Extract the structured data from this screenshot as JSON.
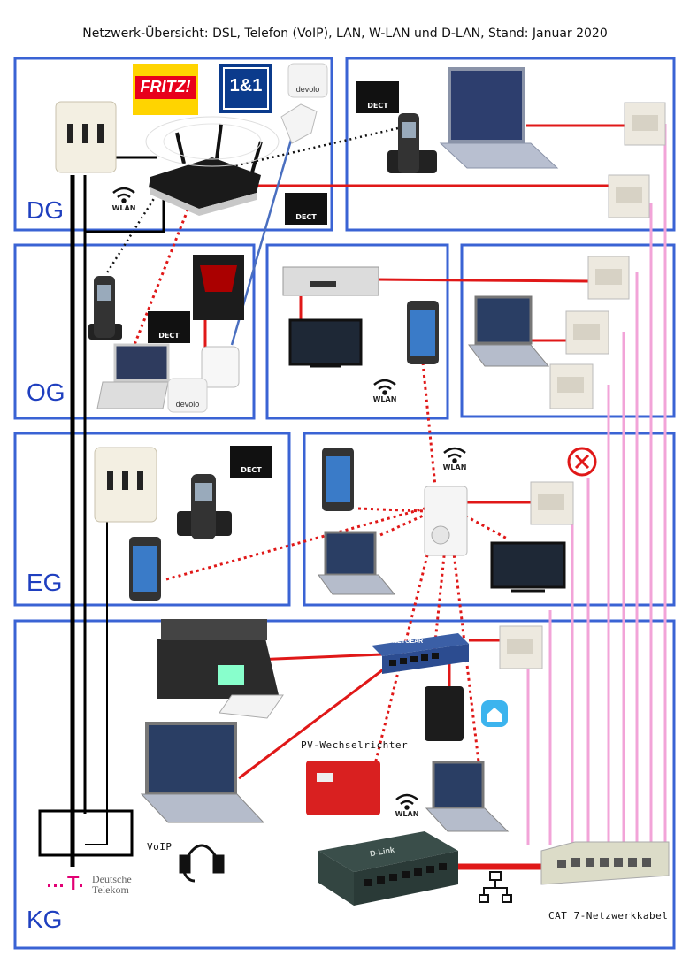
{
  "title": "Netzwerk-Übersicht: DSL, Telefon (VoIP), LAN, W-LAN und D-LAN, Stand: Januar 2020",
  "floors": {
    "dg": "DG",
    "og": "OG",
    "eg": "EG",
    "kg": "KG"
  },
  "labels": {
    "wlan": "WLAN",
    "dect": "DECT",
    "pv": "PV-Wechselrichter",
    "voip": "VoIP",
    "cat7": "CAT 7-Netzwerkkabel",
    "dlink": "D-Link",
    "netgear": "NETGEAR"
  },
  "logos": {
    "fritz": "FRITZ!",
    "one_and_one": "1&1",
    "devolo": "devolo",
    "telekom_1": "Deutsche",
    "telekom_2": "Telekom",
    "telekom_t": "T"
  },
  "colors": {
    "frame": "#3a63d4",
    "lan": "#e01818",
    "cat7": "#f2a4d8",
    "floor_text": "#1f3fbf",
    "telekom": "#e20074",
    "fritz_red": "#e8001c",
    "fritz_yellow": "#ffd400",
    "one_blue": "#0b3b8c"
  }
}
